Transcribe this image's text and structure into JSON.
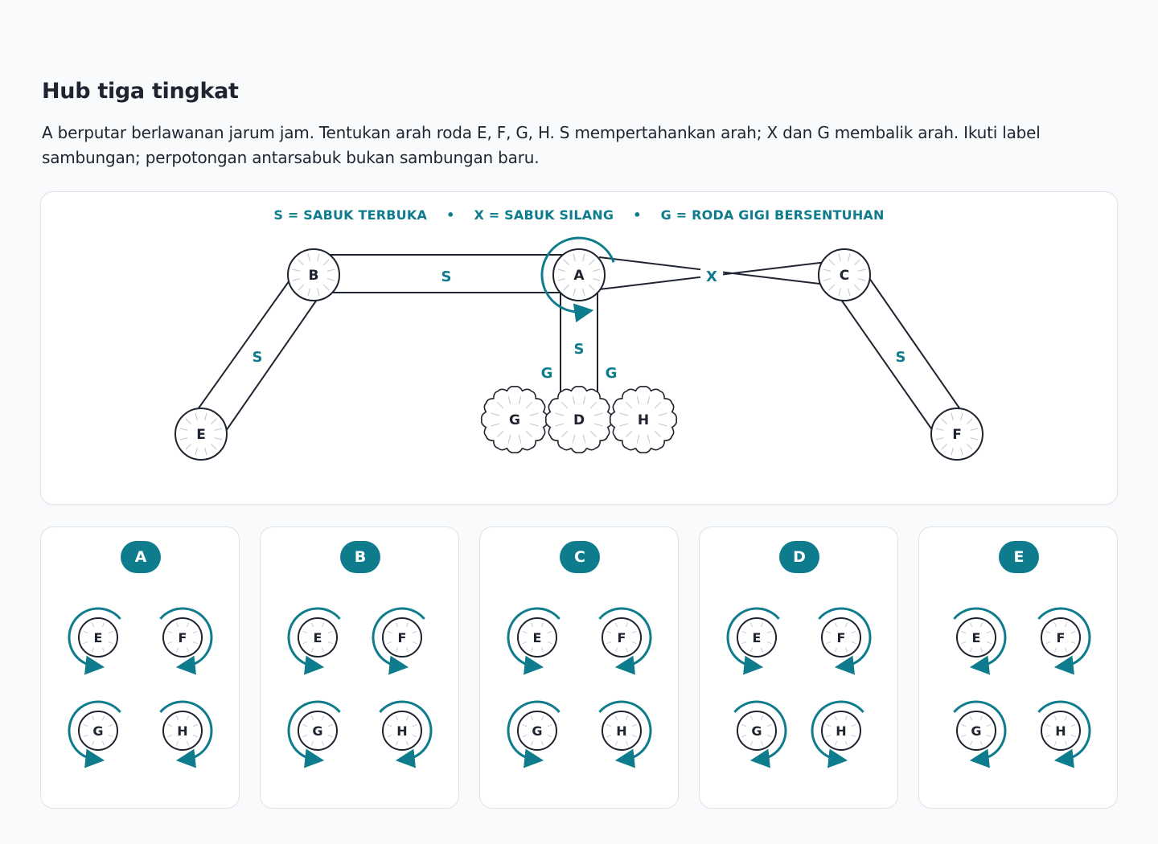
{
  "title": "Hub tiga tingkat",
  "instruction": "A berputar berlawanan jarum jam. Tentukan arah roda E, F, G, H. S mempertahankan arah; X dan G membalik arah. Ikuti label sambungan; perpotongan antarsabuk bukan sambungan baru.",
  "legend": {
    "open_belt": "S = SABUK TERBUKA",
    "crossed_belt": "X = SABUK SILANG",
    "gears": "G = RODA GIGI BERSENTUHAN",
    "separator": "•"
  },
  "colors": {
    "accent": "#0e7c8c",
    "ink": "#1e2430"
  },
  "wheels": {
    "A": "A",
    "B": "B",
    "C": "C",
    "D": "D",
    "E": "E",
    "F": "F",
    "G": "G",
    "H": "H"
  },
  "connections": {
    "A_B": "S",
    "B_E": "S",
    "A_C": "X",
    "C_F": "S",
    "A_D": "S",
    "D_G": "G",
    "D_H": "G"
  },
  "given_rotation": {
    "wheel": "A",
    "direction": "counterclockwise"
  },
  "options": [
    {
      "label": "A",
      "rotations": {
        "E": "ccw",
        "F": "cw",
        "G": "ccw",
        "H": "cw"
      }
    },
    {
      "label": "B",
      "rotations": {
        "E": "ccw",
        "F": "ccw",
        "G": "ccw",
        "H": "cw"
      }
    },
    {
      "label": "C",
      "rotations": {
        "E": "ccw",
        "F": "cw",
        "G": "ccw",
        "H": "cw"
      }
    },
    {
      "label": "D",
      "rotations": {
        "E": "ccw",
        "F": "cw",
        "G": "cw",
        "H": "ccw"
      }
    },
    {
      "label": "E",
      "rotations": {
        "E": "cw",
        "F": "cw",
        "G": "cw",
        "H": "cw"
      }
    }
  ]
}
